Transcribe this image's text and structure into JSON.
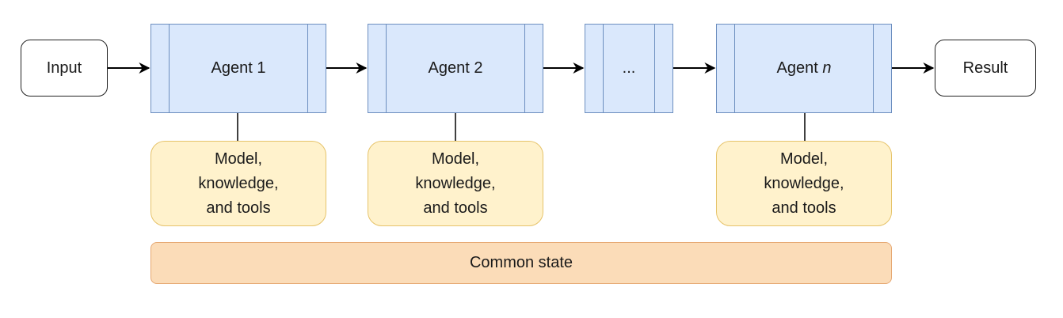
{
  "input": "Input",
  "result": "Result",
  "agents": [
    {
      "label": "Agent 1"
    },
    {
      "label": "Agent 2"
    },
    {
      "label": "..."
    },
    {
      "label_prefix": "Agent ",
      "label_var": "n"
    }
  ],
  "resources": [
    {
      "line1": "Model,",
      "line2": "knowledge,",
      "line3": "and tools"
    },
    {
      "line1": "Model,",
      "line2": "knowledge,",
      "line3": "and tools"
    },
    {
      "line1": "Model,",
      "line2": "knowledge,",
      "line3": "and tools"
    }
  ],
  "common_state": "Common state",
  "colors": {
    "agent_fill": "#dae8fc",
    "agent_border": "#6c8ebf",
    "resource_fill": "#fff2cc",
    "resource_border": "#e6c36a",
    "state_fill": "#fbdcb8",
    "state_border": "#e6a872",
    "line": "#000000"
  }
}
